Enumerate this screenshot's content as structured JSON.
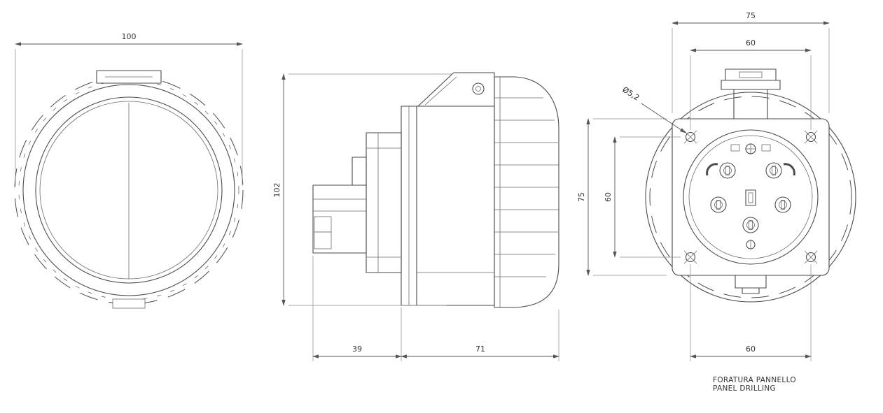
{
  "page": {
    "background": "#ffffff",
    "line_color": "#4a4a4a",
    "text_color": "#333333"
  },
  "views": {
    "front": {
      "dims": {
        "outer_diameter": "100"
      }
    },
    "side": {
      "dims": {
        "height": "102",
        "rear_depth": "39",
        "front_depth": "71"
      }
    },
    "rear": {
      "dims": {
        "flange_width": "75",
        "hole_spacing_top": "60",
        "flange_height": "75",
        "hole_spacing_left": "60",
        "hole_spacing_bottom": "60",
        "hole_diameter": "Ø5,2"
      },
      "caption": {
        "line1": "FORATURA PANNELLO",
        "line2": "PANEL DRILLING"
      }
    }
  }
}
